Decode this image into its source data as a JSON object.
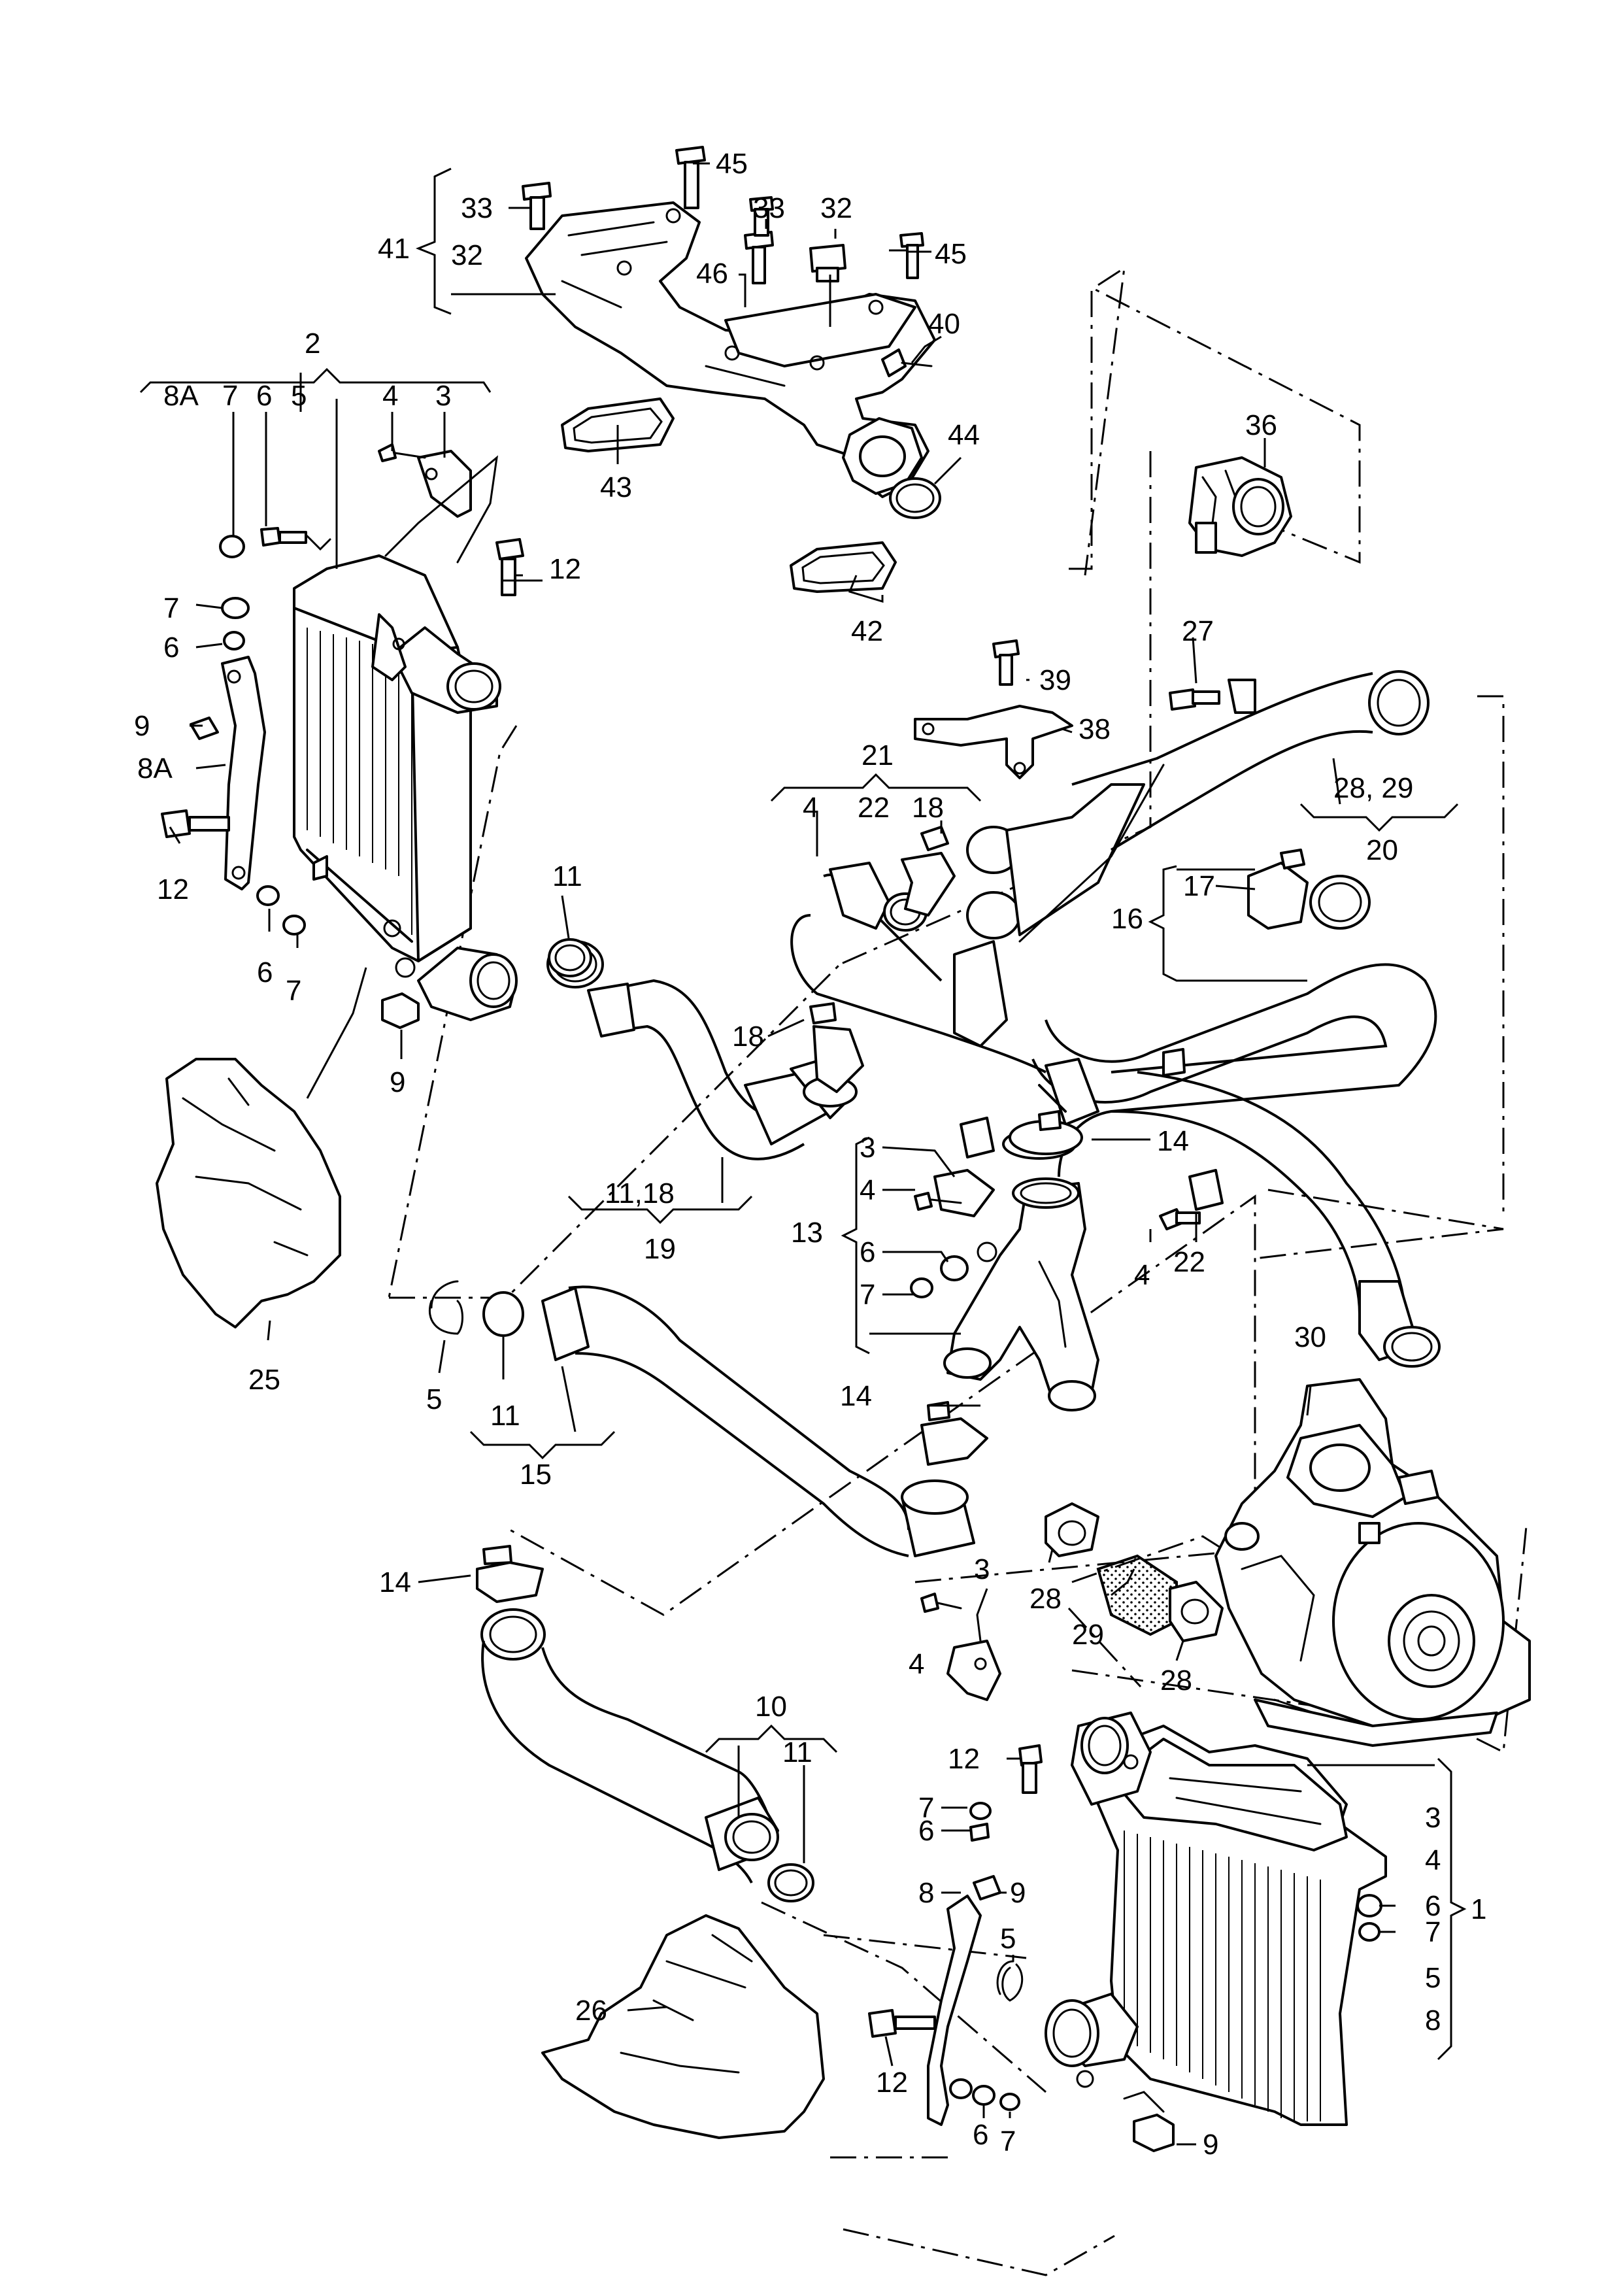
{
  "labels": {
    "group_41": "41",
    "p33_a": "33",
    "p32_a": "32",
    "p45_a": "45",
    "p33_b": "33",
    "p32_b": "32",
    "p46": "46",
    "p45_b": "45",
    "p40": "40",
    "p43": "43",
    "p44": "44",
    "p42": "42",
    "p36": "36",
    "group_2": "2",
    "p8A_top": "8A",
    "p7_top": "7",
    "p6_top": "6",
    "p5_top": "5",
    "p4_top": "4",
    "p3_top": "3",
    "p12_a": "12",
    "p7_l": "7",
    "p6_l": "6",
    "p9_l": "9",
    "p8A_l": "8A",
    "p12_l": "12",
    "p6_b": "6",
    "p7_b": "7",
    "p9_b": "9",
    "p25": "25",
    "p11_a": "11",
    "p39": "39",
    "p38": "38",
    "p27": "27",
    "group_21": "21",
    "p4_21": "4",
    "p22_21": "22",
    "p18_a": "18",
    "p28_29": "28, 29",
    "group_20": "20",
    "p17": "17",
    "p16": "16",
    "p18_b": "18",
    "p11_18": "11,18",
    "group_19": "19",
    "p3_13": "3",
    "p4_13": "4",
    "p14_a": "14",
    "group_13": "13",
    "p6_13": "6",
    "p7_13": "7",
    "p4_r": "4",
    "p22_r": "22",
    "p14_b": "14",
    "p5_15": "5",
    "p11_15": "11",
    "group_15": "15",
    "p30": "30",
    "p14_c": "14",
    "p3_m": "3",
    "p4_m": "4",
    "p28_a": "28",
    "p29": "29",
    "p28_b": "28",
    "group_10": "10",
    "p11_10": "11",
    "p12_b": "12",
    "p7_m": "7",
    "p6_m": "6",
    "p8_m": "8",
    "p9_m": "9",
    "p5_m": "5",
    "p26": "26",
    "p12_c": "12",
    "p6_c": "6",
    "p7_c": "7",
    "p9_c": "9",
    "group_1": "1",
    "p3_1": "3",
    "p4_1": "4",
    "p6_1": "6",
    "p7_1": "7",
    "p5_1": "5",
    "p8_1": "8"
  }
}
